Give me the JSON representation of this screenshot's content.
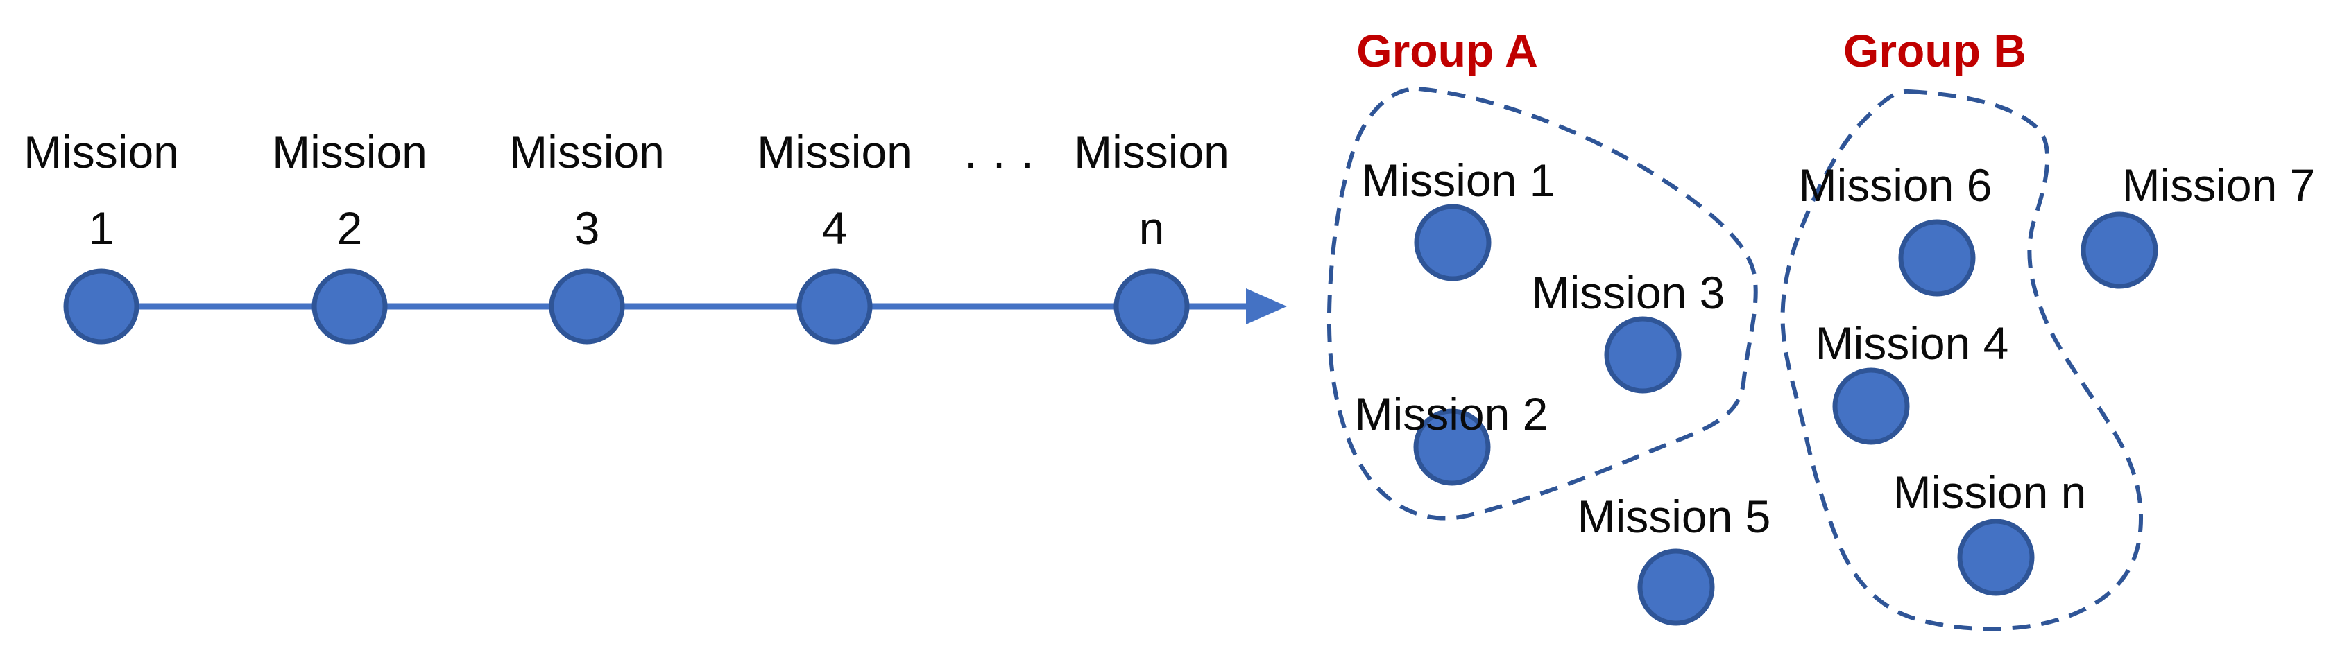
{
  "colors": {
    "background": "#ffffff",
    "node_fill": "#4472C4",
    "node_stroke": "#2F5597",
    "timeline_line": "#4472C4",
    "group_outline": "#2F5597",
    "group_label": "#C00000",
    "text": "#0a0a0a"
  },
  "timeline": {
    "nodes": [
      {
        "line1": "Mission",
        "line2": "1"
      },
      {
        "line1": "Mission",
        "line2": "2"
      },
      {
        "line1": "Mission",
        "line2": "3"
      },
      {
        "line1": "Mission",
        "line2": "4"
      },
      {
        "line1": "Mission",
        "line2": "n"
      }
    ],
    "ellipsis": ". . ."
  },
  "clusters": {
    "group_a": {
      "label": "Group A",
      "members": [
        "Mission 1",
        "Mission 2",
        "Mission 3"
      ]
    },
    "group_b": {
      "label": "Group B",
      "members": [
        "Mission 6",
        "Mission 4",
        "Mission n"
      ]
    },
    "ungrouped": [
      "Mission 5",
      "Mission 7"
    ]
  },
  "scatter": {
    "nodes": [
      {
        "label": "Mission 1",
        "group": "A"
      },
      {
        "label": "Mission 2",
        "group": "A"
      },
      {
        "label": "Mission 3",
        "group": "A"
      },
      {
        "label": "Mission 5",
        "group": ""
      },
      {
        "label": "Mission 6",
        "group": "B"
      },
      {
        "label": "Mission 7",
        "group": ""
      },
      {
        "label": "Mission 4",
        "group": "B"
      },
      {
        "label": "Mission n",
        "group": "B"
      }
    ]
  }
}
